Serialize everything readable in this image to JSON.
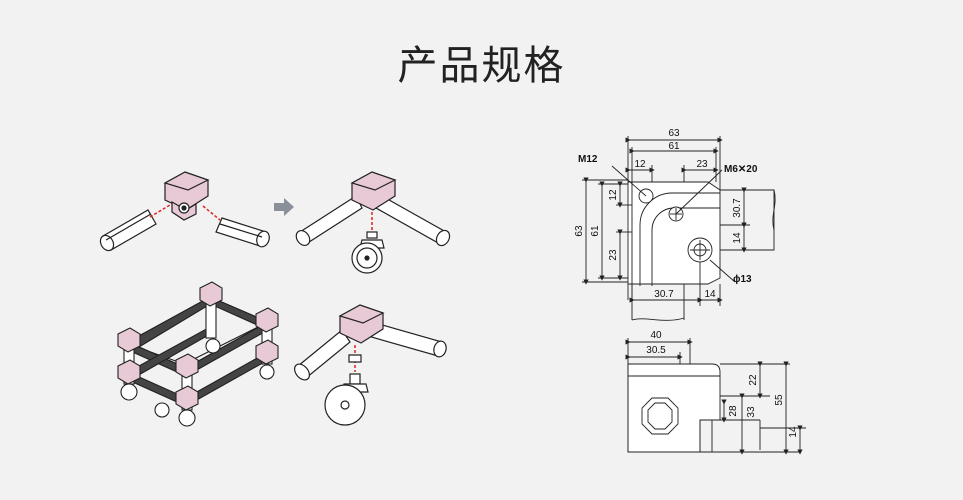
{
  "title": "产品规格",
  "top_view": {
    "dims": {
      "w63": "63",
      "w61": "61",
      "w12": "12",
      "w23": "23",
      "m12": "M12",
      "m6x20": "M6✕20",
      "h12": "12",
      "h63": "63",
      "h61": "61",
      "h23": "23",
      "h30_7_right": "30.7",
      "h14": "14",
      "b30_7": "30.7",
      "b14": "14",
      "phi13": "ϕ13"
    }
  },
  "side_view": {
    "dims": {
      "w40": "40",
      "w30_5": "30.5",
      "h22": "22",
      "h28": "28",
      "h33": "33",
      "h55": "55",
      "h14": "14"
    }
  },
  "colors": {
    "bracket": "#e8c9d6",
    "connector_line": "#e0231b",
    "arrow": "#8a8f99",
    "line": "#222222"
  }
}
